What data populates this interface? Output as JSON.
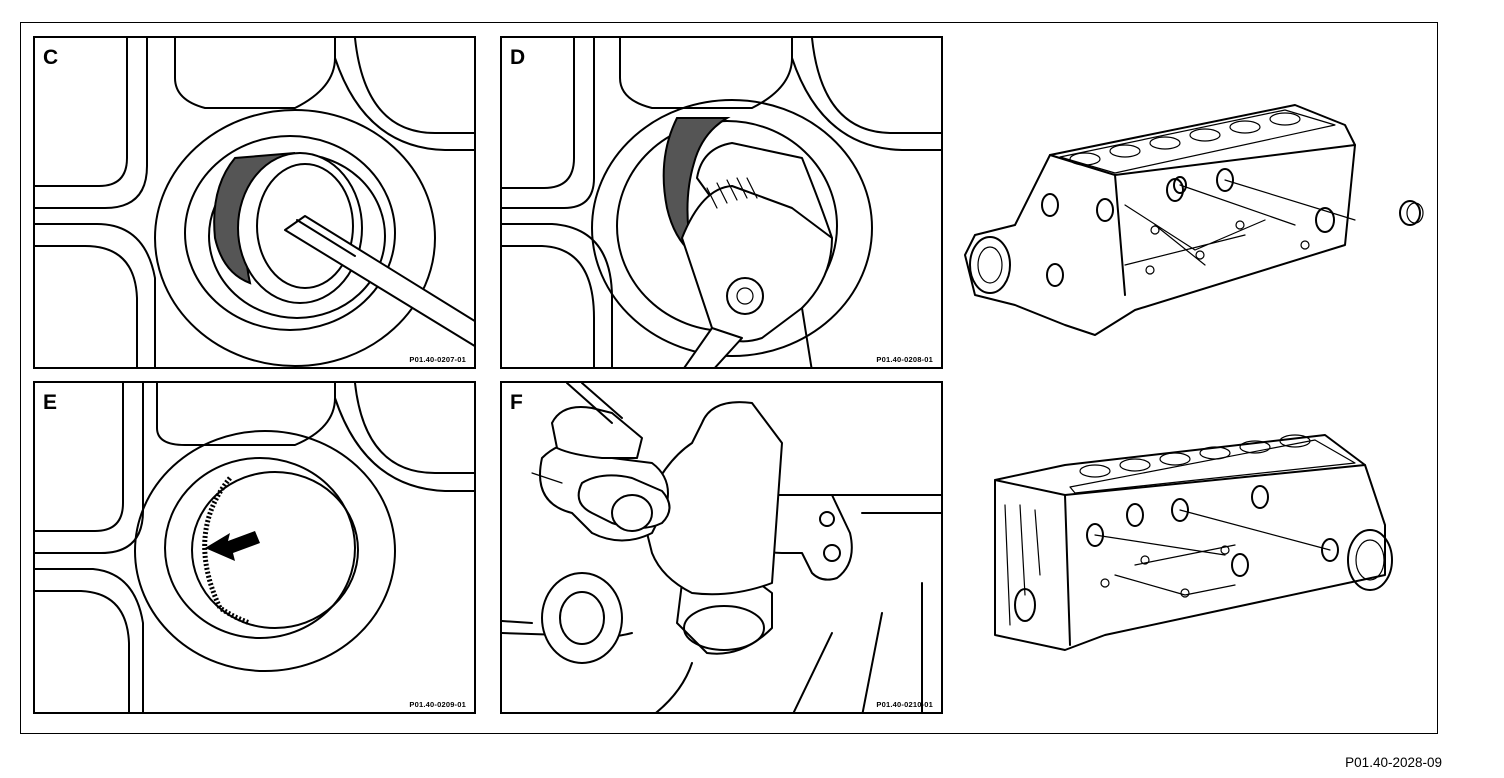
{
  "figure_code": "P01.40-2028-09",
  "panels": [
    {
      "letter": "C",
      "code": "P01.40-0207-01"
    },
    {
      "letter": "D",
      "code": "P01.40-0208-01"
    },
    {
      "letter": "E",
      "code": "P01.40-0209-01"
    },
    {
      "letter": "F",
      "code": "P01.40-0210-01"
    }
  ],
  "icons": {
    "C": "screwdriver-prying-plug",
    "D": "pliers-removing-plug",
    "E": "plug-bore-with-arrow",
    "F": "hand-driving-in-plug",
    "engine_top": "engine-block-exploded-plugs",
    "engine_bottom": "engine-block-plugs-fitted"
  }
}
